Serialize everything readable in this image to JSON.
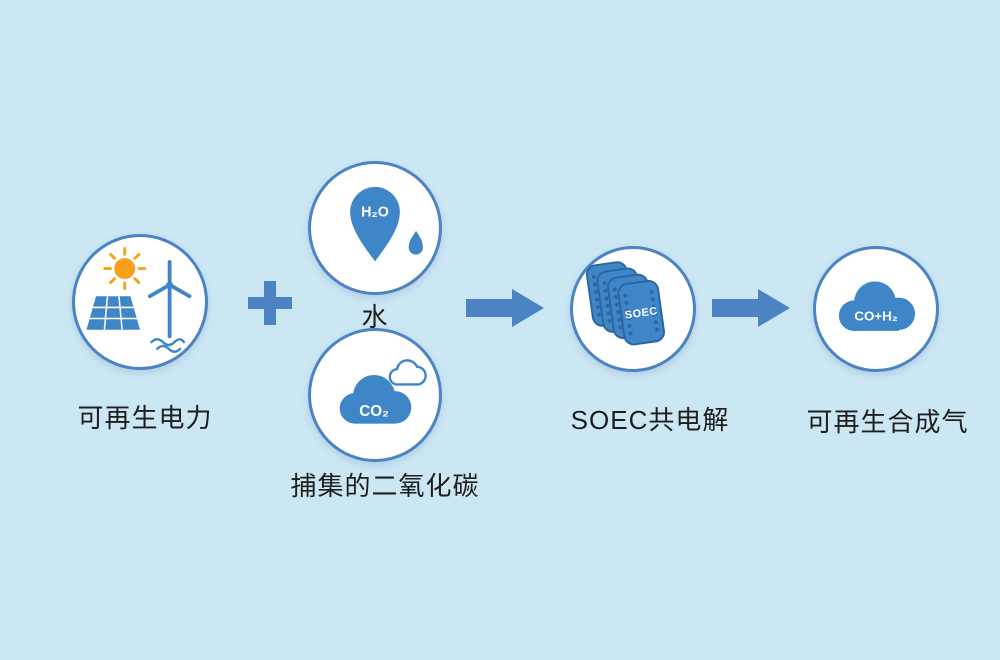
{
  "colors": {
    "background": "#cce7f4",
    "circle_border": "#4b83c3",
    "circle_fill": "#ffffff",
    "icon_blue": "#3e86c8",
    "icon_blue_dark": "#2c659f",
    "arrow_blue": "#4b83c3",
    "sun_orange": "#f7a11a",
    "text_color": "#1e1e1e"
  },
  "nodes": {
    "electricity": {
      "label": "可再生电力"
    },
    "water": {
      "label": "水",
      "icon_text": "H₂O"
    },
    "co2": {
      "label": "捕集的二氧化碳",
      "icon_text": "CO₂"
    },
    "soec": {
      "label": "SOEC共电解",
      "icon_text": "SOEC"
    },
    "syngas": {
      "label": "可再生合成气",
      "icon_text": "CO+H₂"
    }
  },
  "icons": {
    "electricity": "renewable-energy-icon",
    "water": "water-drop-icon",
    "co2": "co2-cloud-icon",
    "soec": "soec-stack-icon",
    "syngas": "syngas-cloud-icon",
    "plus": "plus-icon",
    "arrow": "arrow-right-icon"
  }
}
